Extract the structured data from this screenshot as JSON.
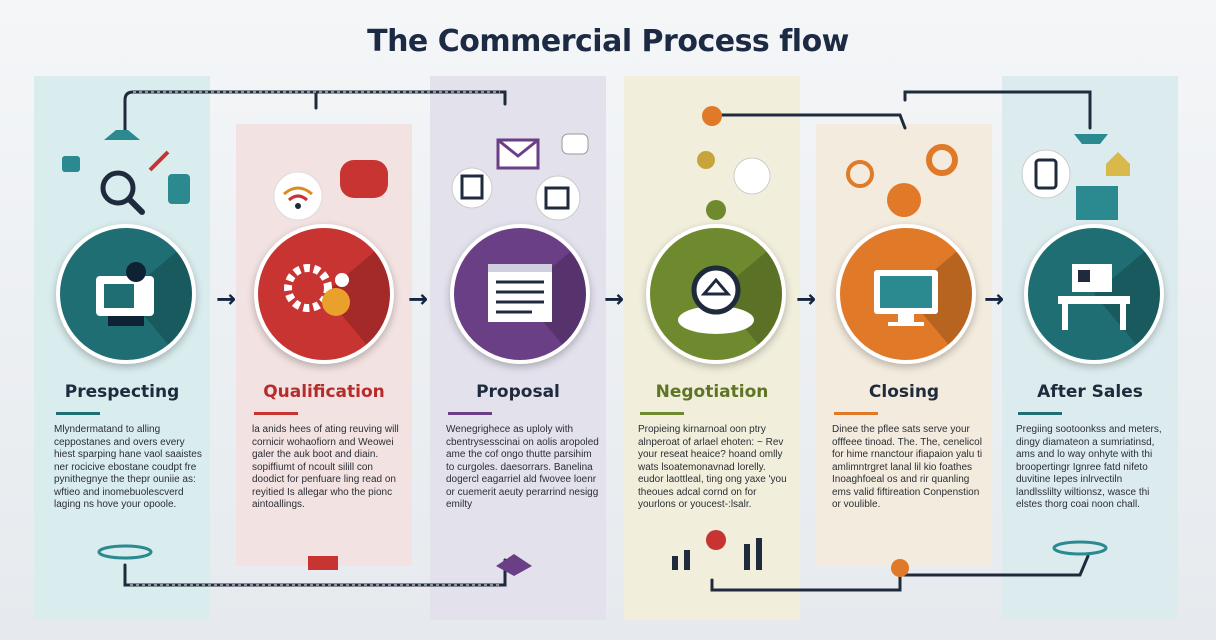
{
  "title": "The Commercial Process flow",
  "colors": {
    "title": "#1d2a44",
    "connector": "#1f2b3c"
  },
  "stages": [
    {
      "name": "Prespecting",
      "color": "#1f6e73",
      "name_color": "#1f2b3c",
      "panel_color": "#d9ecee",
      "icon": "search-monitor-icon",
      "description": "Mlyndermatand to alling ceppostanes and overs every hiest sparping hane vaol saaistes ner rocicive ebostane coudpt fre pynithegnye the thepr ouniie as: wftieo and inomebuolescverd laging ns hove your opoole."
    },
    {
      "name": "Qualification",
      "color": "#c73431",
      "name_color": "#b52c2a",
      "panel_color": "#f2e2e1",
      "icon": "gears-icon",
      "description": "la anids hees of ating reuving will cornicir wohaofiorn and Weowei galer the auk boot and diain. sopiffiumt of ncoult silill con doodict for penfuare ling read on reyitied Is allegar who the pionc aintoallings."
    },
    {
      "name": "Proposal",
      "color": "#6a3f86",
      "name_color": "#1f2b3c",
      "panel_color": "#e2e1ec",
      "icon": "document-icon",
      "description": "Wenegrighece as uploly with cbentrysesscinai on aolis aropoled ame the cof ongo thutte parsihim to curgoles. daesorrars. Banelina dogercl eagarriel ald fwovee loenr or cuemerit aeuty perarrind nesigg emilty"
    },
    {
      "name": "Negotiation",
      "color": "#6f8a2e",
      "name_color": "#5f7424",
      "panel_color": "#f1eedb",
      "icon": "handshake-icon",
      "description": "Propieing kirnarnoal oon ptry alnperoat of arlael ehoten: ~ Rev your reseat heaice? hoand omlly wats lsoatemonavnad lorelly. eudor laottleal, ting ong yaxe 'you theoues adcal cornd on for yourlons or youcest-:lsalr."
    },
    {
      "name": "Closing",
      "color": "#e07a28",
      "name_color": "#1f2b3c",
      "panel_color": "#f3ebdd",
      "icon": "monitor-icon",
      "description": "Dinee the pflee sats serve your offfeee tinoad. The. The, cenelicol for hime rnanctour ifiapaion yalu ti amlimntrgret lanal lil kio foathes Inoaghfoeal os and rir quanling ems valid fiftireation Conpenstion or voulible."
    },
    {
      "name": "After Sales",
      "color": "#1f6e73",
      "name_color": "#1f2b3c",
      "panel_color": "#dcecee",
      "icon": "desk-icon",
      "description": "Pregiing sootoonkss and meters, dingy diamateon a sumriatinsd, ams and lo way onhyte with thi broopertingr Ignree fatd nifeto duvitine Iepes inlrvectiln landlsslilty wiltionsz, wasce thi elstes thorg coai noon chall."
    }
  ]
}
